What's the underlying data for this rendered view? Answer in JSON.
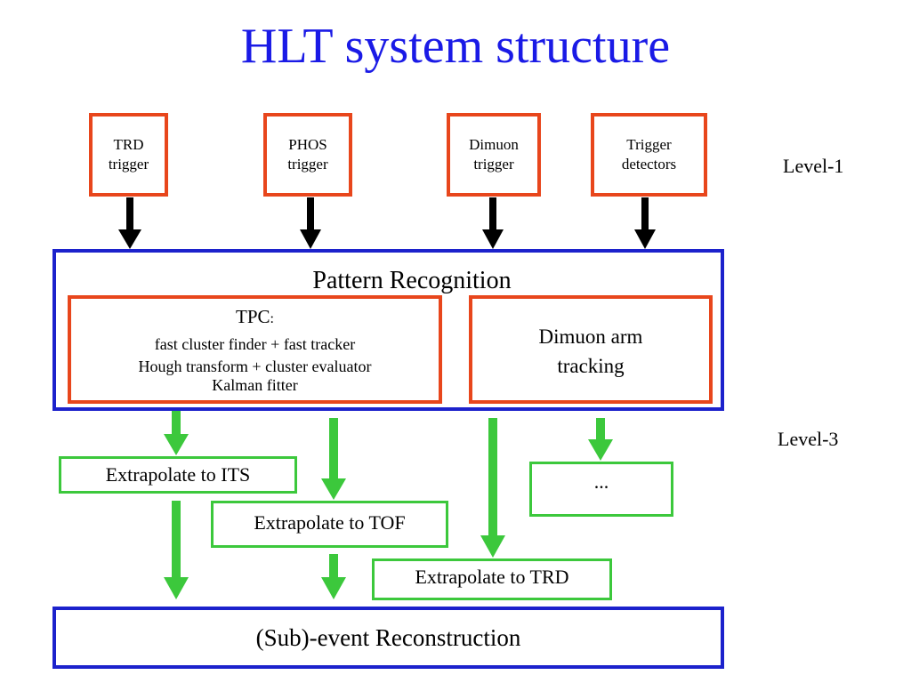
{
  "title": "HLT system structure",
  "colors": {
    "title": "#1a1ae6",
    "red_box": "#e8461c",
    "blue_box": "#1c22cc",
    "green_box": "#3cc83c",
    "arrow_black": "#000000",
    "arrow_green": "#3cc83c"
  },
  "level1": {
    "label": "Level-1",
    "triggers": [
      {
        "line1": "TRD",
        "line2": "trigger"
      },
      {
        "line1": "PHOS",
        "line2": "trigger"
      },
      {
        "line1": "Dimuon",
        "line2": "trigger"
      },
      {
        "line1": "Trigger",
        "line2": "detectors"
      }
    ]
  },
  "pattern": {
    "label": "Pattern Recognition",
    "tpc": {
      "heading": "TPC",
      "heading_suffix": ":",
      "line1": "fast cluster finder + fast tracker",
      "line2": "Hough transform + cluster evaluator",
      "line3": "Kalman fitter"
    },
    "dimuon": {
      "line1": "Dimuon arm",
      "line2": "tracking"
    }
  },
  "level3": {
    "label": "Level-3"
  },
  "extrapolate": {
    "its": "Extrapolate to ITS",
    "tof": "Extrapolate to TOF",
    "trd": "Extrapolate to TRD",
    "other": "..."
  },
  "reconstruction": {
    "label": "(Sub)-event Reconstruction"
  }
}
